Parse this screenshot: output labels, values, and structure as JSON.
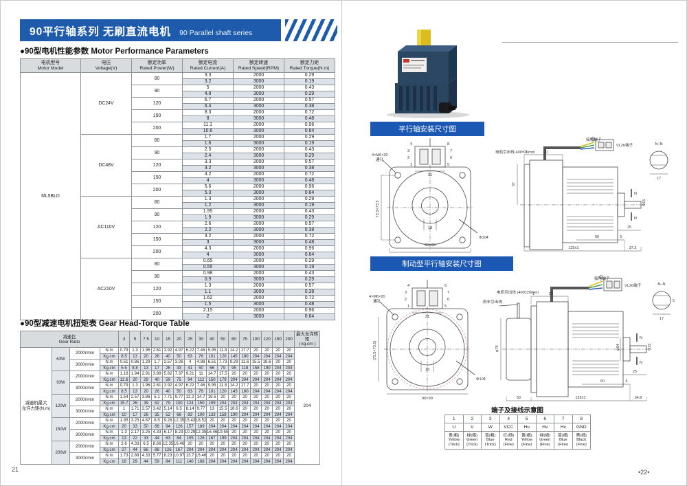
{
  "page_left": {
    "page_number": "21",
    "banner": {
      "title_cn": "90平行轴系列  无刷直流电机",
      "title_en": "90 Parallel shaft series"
    },
    "section1_title": "●90型电机性能参数 Motor Performance Parameters",
    "section2_title": "●90型减速电机扭矩表 Gear Head-Torque Table",
    "motor_table": {
      "headers": [
        "电机型号\nMotor Model",
        "电压\nVoltage(V)",
        "额定功率\nRated Power(W)",
        "额定电流\nRated Current(A)",
        "额定转速\nRated Speed(RPM)",
        "额定力矩\nRated Torque(N.m)"
      ],
      "model": "ML5BLD",
      "groups": [
        {
          "voltage": "DC24V",
          "powers": [
            {
              "power": "80",
              "rows": [
                [
                  "3.3",
                  "2000",
                  "0.29"
                ],
                [
                  "3.2",
                  "3000",
                  "0.19"
                ]
              ]
            },
            {
              "power": "90",
              "rows": [
                [
                  "5",
                  "2000",
                  "0.43"
                ],
                [
                  "4.8",
                  "3000",
                  "0.29"
                ]
              ]
            },
            {
              "power": "120",
              "rows": [
                [
                  "6.7",
                  "2000",
                  "0.57"
                ],
                [
                  "6.4",
                  "3000",
                  "0.38"
                ]
              ]
            },
            {
              "power": "150",
              "rows": [
                [
                  "8.3",
                  "2000",
                  "0.72"
                ],
                [
                  "8",
                  "3000",
                  "0.48"
                ]
              ]
            },
            {
              "power": "200",
              "rows": [
                [
                  "11.1",
                  "2000",
                  "0.96"
                ],
                [
                  "10.6",
                  "3000",
                  "0.64"
                ]
              ]
            }
          ]
        },
        {
          "voltage": "DC48V",
          "powers": [
            {
              "power": "80",
              "rows": [
                [
                  "1.7",
                  "2000",
                  "0.29"
                ],
                [
                  "1.6",
                  "3000",
                  "0.19"
                ]
              ]
            },
            {
              "power": "90",
              "rows": [
                [
                  "2.5",
                  "2000",
                  "0.43"
                ],
                [
                  "2.4",
                  "3000",
                  "0.29"
                ]
              ]
            },
            {
              "power": "120",
              "rows": [
                [
                  "3.3",
                  "2000",
                  "0.57"
                ],
                [
                  "3.2",
                  "3000",
                  "0.38"
                ]
              ]
            },
            {
              "power": "150",
              "rows": [
                [
                  "4.2",
                  "2000",
                  "0.72"
                ],
                [
                  "4",
                  "3000",
                  "0.48"
                ]
              ]
            },
            {
              "power": "200",
              "rows": [
                [
                  "5.6",
                  "2000",
                  "0.96"
                ],
                [
                  "5.3",
                  "3000",
                  "0.64"
                ]
              ]
            }
          ]
        },
        {
          "voltage": "AC110V",
          "powers": [
            {
              "power": "80",
              "rows": [
                [
                  "1.3",
                  "2000",
                  "0.29"
                ],
                [
                  "1.2",
                  "3000",
                  "0.19"
                ]
              ]
            },
            {
              "power": "90",
              "rows": [
                [
                  "1.95",
                  "2000",
                  "0.43"
                ],
                [
                  "1.9",
                  "3000",
                  "0.29"
                ]
              ]
            },
            {
              "power": "120",
              "rows": [
                [
                  "2.6",
                  "2000",
                  "0.57"
                ],
                [
                  "2.2",
                  "3000",
                  "0.38"
                ]
              ]
            },
            {
              "power": "150",
              "rows": [
                [
                  "3.2",
                  "2000",
                  "0.72"
                ],
                [
                  "3",
                  "3000",
                  "0.48"
                ]
              ]
            },
            {
              "power": "200",
              "rows": [
                [
                  "4.3",
                  "2000",
                  "0.96"
                ],
                [
                  "4",
                  "3000",
                  "0.64"
                ]
              ]
            }
          ]
        },
        {
          "voltage": "AC210V",
          "powers": [
            {
              "power": "80",
              "rows": [
                [
                  "0.65",
                  "2000",
                  "0.29"
                ],
                [
                  "0.55",
                  "3000",
                  "0.19"
                ]
              ]
            },
            {
              "power": "90",
              "rows": [
                [
                  "0.98",
                  "2000",
                  "0.43"
                ],
                [
                  "0.9",
                  "3000",
                  "0.29"
                ]
              ]
            },
            {
              "power": "120",
              "rows": [
                [
                  "1.3",
                  "2000",
                  "0.57"
                ],
                [
                  "1.1",
                  "3000",
                  "0.38"
                ]
              ]
            },
            {
              "power": "150",
              "rows": [
                [
                  "1.62",
                  "2000",
                  "0.72"
                ],
                [
                  "1.5",
                  "3000",
                  "0.48"
                ]
              ]
            },
            {
              "power": "200",
              "rows": [
                [
                  "2.15",
                  "2000",
                  "0.96"
                ],
                [
                  "2",
                  "3000",
                  "0.64"
                ]
              ]
            }
          ]
        }
      ]
    },
    "gear_table": {
      "ratio_header": "减速比\nGear Ratio",
      "ratios": [
        "3",
        "5",
        "7.5",
        "10",
        "15",
        "20",
        "25",
        "30",
        "40",
        "50",
        "60",
        "75",
        "100",
        "120",
        "150",
        "200"
      ],
      "max_header": "最大允许转矩\n( kg.cm )",
      "max_value": "204",
      "left_label": "减速机最大\n允许力矩(N.m)",
      "units": [
        "N.m",
        "Kg.cm"
      ],
      "groups": [
        {
          "power": "63W",
          "speeds": [
            {
              "speed": "2000r/min",
              "nm": [
                "0.79",
                "1.3",
                "1.96",
                "2.61",
                "3.92",
                "4.97",
                "6.22",
                "7.46",
                "9.95",
                "11.8",
                "14.2",
                "17.7",
                "20",
                "20",
                "20",
                "20"
              ],
              "kgcm": [
                "8.5",
                "13",
                "20",
                "26",
                "40",
                "50",
                "63",
                "76",
                "101",
                "120",
                "145",
                "180",
                "204",
                "204",
                "204",
                "204"
              ]
            },
            {
              "speed": "3000r/min",
              "nm": [
                "0.51",
                "0.86",
                "1.29",
                "1.7",
                "2.57",
                "3.26",
                "4",
                "4.88",
                "6.51",
                "7.73",
                "9.29",
                "11.6",
                "15.5",
                "18.6",
                "20",
                "20"
              ],
              "kgcm": [
                "5.5",
                "8.8",
                "13",
                "17",
                "26",
                "33",
                "41",
                "50",
                "66",
                "79",
                "95",
                "118",
                "158",
                "190",
                "204",
                "204"
              ]
            }
          ]
        },
        {
          "power": "93W",
          "speeds": [
            {
              "speed": "2000r/min",
              "nm": [
                "1.16",
                "1.94",
                "2.91",
                "3.88",
                "5.82",
                "7.37",
                "9.21",
                "11",
                "14.7",
                "17.5",
                "20",
                "20",
                "20",
                "20",
                "20",
                "20"
              ],
              "kgcm": [
                "12.6",
                "20",
                "29",
                "40",
                "59",
                "75",
                "94",
                "112",
                "150",
                "179",
                "204",
                "204",
                "204",
                "204",
                "204",
                "204"
              ]
            },
            {
              "speed": "3000r/min",
              "nm": [
                "0.79",
                "1.3",
                "1.96",
                "2.61",
                "3.92",
                "4.97",
                "6.22",
                "7.46",
                "9.95",
                "11.8",
                "14.2",
                "17.7",
                "20",
                "20",
                "20",
                "20"
              ],
              "kgcm": [
                "8.5",
                "13",
                "20",
                "26",
                "40",
                "50",
                "63",
                "76",
                "101",
                "120",
                "145",
                "180",
                "204",
                "204",
                "204",
                "204"
              ]
            }
          ]
        },
        {
          "power": "120W",
          "speeds": [
            {
              "speed": "2000r/min",
              "nm": [
                "1.54",
                "2.57",
                "3.86",
                "5.1",
                "7.71",
                "9.77",
                "12.2",
                "14.7",
                "19.5",
                "20",
                "20",
                "20",
                "20",
                "20",
                "20",
                "20"
              ],
              "kgcm": [
                "15.7",
                "26",
                "39",
                "52",
                "79",
                "100",
                "124",
                "150",
                "199",
                "204",
                "204",
                "204",
                "204",
                "204",
                "204",
                "204"
              ]
            },
            {
              "speed": "3000r/min",
              "nm": [
                "1",
                "1.71",
                "2.57",
                "3.42",
                "5.14",
                "6.5",
                "8.14",
                "9.77",
                "13",
                "15.5",
                "18.6",
                "20",
                "20",
                "20",
                "20",
                "20"
              ],
              "kgcm": [
                "10",
                "17",
                "26",
                "35",
                "52",
                "66",
                "83",
                "100",
                "133",
                "158",
                "190",
                "204",
                "204",
                "204",
                "204",
                "204"
              ]
            }
          ]
        },
        {
          "power": "150W",
          "speeds": [
            {
              "speed": "2000r/min",
              "nm": [
                "1.95",
                "3.25",
                "4.87",
                "6.5",
                "9.26",
                "12.35",
                "15.43",
                "18.52",
                "20",
                "20",
                "20",
                "20",
                "20",
                "20",
                "20",
                "20"
              ],
              "kgcm": [
                "20",
                "33",
                "50",
                "66",
                "94",
                "126",
                "157",
                "189",
                "204",
                "204",
                "204",
                "204",
                "204",
                "204",
                "204",
                "204"
              ]
            },
            {
              "speed": "3000r/min",
              "nm": [
                "1.3",
                "2.17",
                "3.25",
                "4.33",
                "6.17",
                "8.23",
                "10.29",
                "12.35",
                "16.46",
                "19.55",
                "20",
                "20",
                "20",
                "20",
                "20",
                "20"
              ],
              "kgcm": [
                "13",
                "22",
                "33",
                "44",
                "63",
                "84",
                "105",
                "126",
                "167",
                "199",
                "204",
                "204",
                "204",
                "204",
                "204",
                "204"
              ]
            }
          ]
        },
        {
          "power": "200W",
          "speeds": [
            {
              "speed": "2000r/min",
              "nm": [
                "2.6",
                "4.33",
                "6.5",
                "8.66",
                "12.35",
                "16.46",
                "20",
                "20",
                "20",
                "20",
                "20",
                "20",
                "20",
                "20",
                "20",
                "20"
              ],
              "kgcm": [
                "27",
                "44",
                "66",
                "88",
                "126",
                "167",
                "204",
                "204",
                "204",
                "204",
                "204",
                "204",
                "204",
                "204",
                "204",
                "204"
              ]
            },
            {
              "speed": "3000r/min",
              "nm": [
                "1.73",
                "2.89",
                "4.33",
                "5.77",
                "8.23",
                "10.97",
                "13.7",
                "16.46",
                "20",
                "20",
                "20",
                "20",
                "20",
                "20",
                "20",
                "20"
              ],
              "kgcm": [
                "18",
                "29",
                "44",
                "59",
                "84",
                "111",
                "140",
                "168",
                "204",
                "204",
                "204",
                "204",
                "204",
                "204",
                "204",
                "204"
              ]
            }
          ]
        }
      ]
    }
  },
  "page_right": {
    "page_number": "•22•",
    "label1": "平行轴安装尺寸图",
    "label2": "制动型平行轴安装尺寸图",
    "diagram1": {
      "holes": "4×M6×20",
      "holes2": "通孔",
      "dim_side": "73.5×73.5",
      "dim_bottom": "90×90",
      "dim_circle": "Φ104",
      "dim_top": "31",
      "dim_key": "18",
      "pins": [
        "4",
        "3",
        "2",
        "1",
        "8",
        "7",
        "6",
        "5"
      ],
      "cable": "电机引出线 400±20mm",
      "gnd": "接地端子",
      "conn": "VL26端子",
      "sec": "N–N",
      "sec_w": "17",
      "d1": "1",
      "d20": "20",
      "d57": "57",
      "shaft": "Φ15",
      "d25": "25",
      "d60": "60",
      "d5": "5",
      "len": "125±1",
      "tail": "37.3",
      "nmark": "N"
    },
    "diagram2": {
      "holes": "4×M6×20",
      "holes2": "通孔",
      "dim_side": "(73.5×73.5)",
      "dim_bottom": "90×90",
      "dim_circle": "Φ104",
      "dim_top": "31",
      "dim_key": "18",
      "cable": "电机引出线 (400±20mm)",
      "brake": "刹车引出线",
      "gnd": "接地端子",
      "conn": "VL26端子",
      "sec": "N–N",
      "sec_w": "17",
      "sec_h": "5",
      "d1": "1",
      "d20": "20",
      "d78": "φ78",
      "d94": "φ94",
      "shaft": "Φ15",
      "d25": "25",
      "d60": "60",
      "d5": "5",
      "d50": "50",
      "len": "125±1",
      "tail": "34.8",
      "nmark": "N"
    },
    "terminal": {
      "title": "端子及接线示意图",
      "numbers": [
        "1",
        "2",
        "3",
        "4",
        "5",
        "6",
        "7",
        "8"
      ],
      "signals": [
        "U",
        "V",
        "W",
        "VCC",
        "Hu",
        "Hv",
        "Hv",
        "GND"
      ],
      "wires": [
        "黄(粗)\nYellow\n(Trick)",
        "绿(粗)\nGreen\n(Trick)",
        "蓝(粗)\nBlue\n(Trick)",
        "红(细)\nRed\n(Fine)",
        "黄(细)\nYellow\n(Fine)",
        "绿(细)\nGreen\n(Fine)",
        "蓝(细)\nBlue\n(Fine)",
        "黑(细)\nBlack\n(Fine)"
      ]
    }
  },
  "colors": {
    "banner_blue": "#1e5bad",
    "label_blue": "#1b58b4",
    "shade": "#dde1e8",
    "header_gray": "#d8dcdf"
  }
}
